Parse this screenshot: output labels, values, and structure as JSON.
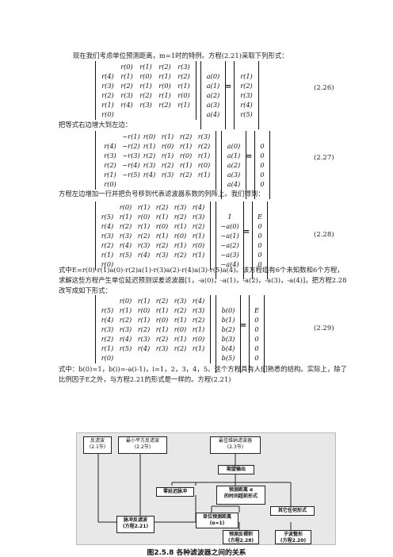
{
  "text": {
    "p1": "现在我们考虑单位预测距离，m=1时的特例。方程(2.21)采取下列形式：",
    "p2": "把等式右边增大到左边：",
    "p3": "方程左边增加一行并把负号移到代表滤波器系数的列阵上。我们得到：",
    "p4": "式中E=r(0)-r(1)a(0)-r(2)a(1)-r(3)a(2)-r(4)a(3)-r(5)a(4)。该方程组有6个未知数和6个方程，求解这些方程产生单位延迟预测误差滤波器[1，-a(0)，-a(1)，-a(2)，-a(3)，-a(4)]，把方程2.28改写成如下形式：",
    "p5": "式中：b(0)=1，b(i)=-a(i-1)，i=1，2，3，4，5。这个方程具有人们熟悉的结构。实际上，除了比例因子E之外，与方程2.21的形式是一样的。方程(2.21)"
  },
  "equations": {
    "e226": {
      "tag": "(2.26)",
      "matrix": [
        [
          "r(0)",
          "r(1)",
          "r(2)",
          "r(3)",
          "r(4)"
        ],
        [
          "r(1)",
          "r(0)",
          "r(1)",
          "r(2)",
          "r(3)"
        ],
        [
          "r(2)",
          "r(1)",
          "r(0)",
          "r(1)",
          "r(2)"
        ],
        [
          "r(3)",
          "r(2)",
          "r(1)",
          "r(0)",
          "r(1)"
        ],
        [
          "r(4)",
          "r(3)",
          "r(2)",
          "r(1)",
          "r(0)"
        ]
      ],
      "vector": [
        "a(0)",
        "a(1)",
        "a(2)",
        "a(3)",
        "a(4)"
      ],
      "rhs": [
        "r(1)",
        "r(2)",
        "r(3)",
        "r(4)",
        "r(5)"
      ]
    },
    "e227": {
      "tag": "(2.27)",
      "matrix": [
        [
          "−r(1)",
          "r(0)",
          "r(1)",
          "r(2)",
          "r(3)",
          "r(4)"
        ],
        [
          "−r(2)",
          "r(1)",
          "r(0)",
          "r(1)",
          "r(2)",
          "r(3)"
        ],
        [
          "−r(3)",
          "r(2)",
          "r(1)",
          "r(0)",
          "r(1)",
          "r(2)"
        ],
        [
          "−r(4)",
          "r(3)",
          "r(2)",
          "r(1)",
          "r(0)",
          "r(1)"
        ],
        [
          "−r(5)",
          "r(4)",
          "r(3)",
          "r(2)",
          "r(1)",
          "r(0)"
        ]
      ],
      "vector": [
        "a(0)",
        "a(1)",
        "a(2)",
        "a(3)",
        "a(4)"
      ],
      "rhs": [
        "0",
        "0",
        "0",
        "0",
        "0"
      ]
    },
    "e228": {
      "tag": "(2.28)",
      "matrix": [
        [
          "r(0)",
          "r(1)",
          "r(2)",
          "r(3)",
          "r(4)",
          "r(5)"
        ],
        [
          "r(1)",
          "r(0)",
          "r(1)",
          "r(2)",
          "r(3)",
          "r(4)"
        ],
        [
          "r(2)",
          "r(1)",
          "r(0)",
          "r(1)",
          "r(2)",
          "r(3)"
        ],
        [
          "r(3)",
          "r(2)",
          "r(1)",
          "r(0)",
          "r(1)",
          "r(2)"
        ],
        [
          "r(4)",
          "r(3)",
          "r(2)",
          "r(1)",
          "r(0)",
          "r(1)"
        ],
        [
          "r(5)",
          "r(4)",
          "r(3)",
          "r(2)",
          "r(1)",
          "r(0)"
        ]
      ],
      "vector": [
        "1",
        "−a(0)",
        "−a(1)",
        "−a(2)",
        "−a(3)",
        "−a(4)"
      ],
      "rhs": [
        "E",
        "0",
        "0",
        "0",
        "0",
        "0"
      ]
    },
    "e229": {
      "tag": "(2.29)",
      "matrix": [
        [
          "r(0)",
          "r(1)",
          "r(2)",
          "r(3)",
          "r(4)",
          "r(5)"
        ],
        [
          "r(1)",
          "r(0)",
          "r(1)",
          "r(2)",
          "r(3)",
          "r(4)"
        ],
        [
          "r(2)",
          "r(1)",
          "r(0)",
          "r(1)",
          "r(2)",
          "r(3)"
        ],
        [
          "r(3)",
          "r(2)",
          "r(1)",
          "r(0)",
          "r(1)",
          "r(2)"
        ],
        [
          "r(4)",
          "r(3)",
          "r(2)",
          "r(1)",
          "r(0)",
          "r(1)"
        ],
        [
          "r(5)",
          "r(4)",
          "r(3)",
          "r(2)",
          "r(1)",
          "r(0)"
        ]
      ],
      "vector": [
        "b(0)",
        "b(1)",
        "b(2)",
        "b(3)",
        "b(4)",
        "b(5)"
      ],
      "rhs": [
        "E",
        "0",
        "0",
        "0",
        "0",
        "0"
      ]
    }
  },
  "diagram": {
    "boxes": {
      "inverse": [
        "反滤波",
        "(2.1节)"
      ],
      "lsq": [
        "最小平方反滤波",
        "(2.2节)"
      ],
      "optimal": [
        "最佳维纳滤波器",
        "(2.3节)"
      ],
      "desired": [
        "期望输出"
      ],
      "zerodelay": [
        "零延迟脉冲"
      ],
      "predlag": [
        "预测距离 α",
        "的时间超前形式"
      ],
      "unitpred": [
        "单位预测距离",
        "(α=1)"
      ],
      "other": [
        "其它任何形式"
      ],
      "spike": [
        "脉冲反滤波",
        "(方程2.21)"
      ],
      "prederr": [
        "预测反褶积",
        "(方程2.28)"
      ],
      "shaping": [
        "子波整形",
        "(方程2.20)"
      ]
    },
    "caption": "图2.5.8 各种滤波器之间的关系"
  }
}
